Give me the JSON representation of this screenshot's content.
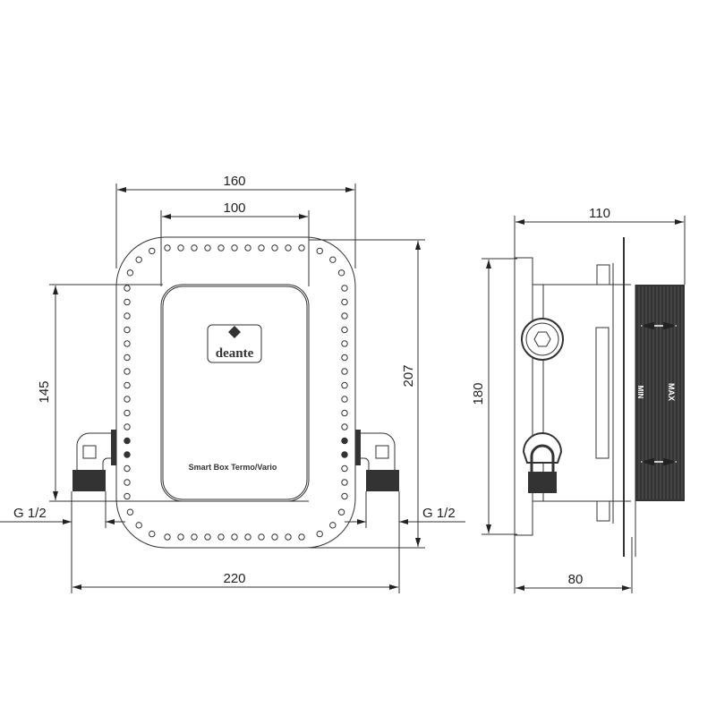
{
  "front_view": {
    "dim_width_outer": "160",
    "dim_width_inner": "100",
    "dim_height_outer": "207",
    "dim_height_inner": "145",
    "dim_total_width": "220",
    "thread_left": "G 1/2",
    "thread_right": "G 1/2",
    "logo_text": "deante",
    "cover_label": "Smart Box Termo/Vario"
  },
  "side_view": {
    "dim_depth_total": "110",
    "dim_depth_body": "80",
    "dim_height": "180",
    "label_min": "MIN",
    "label_max": "MAX"
  },
  "colors": {
    "line": "#333333",
    "fill_dark": "#333333"
  }
}
